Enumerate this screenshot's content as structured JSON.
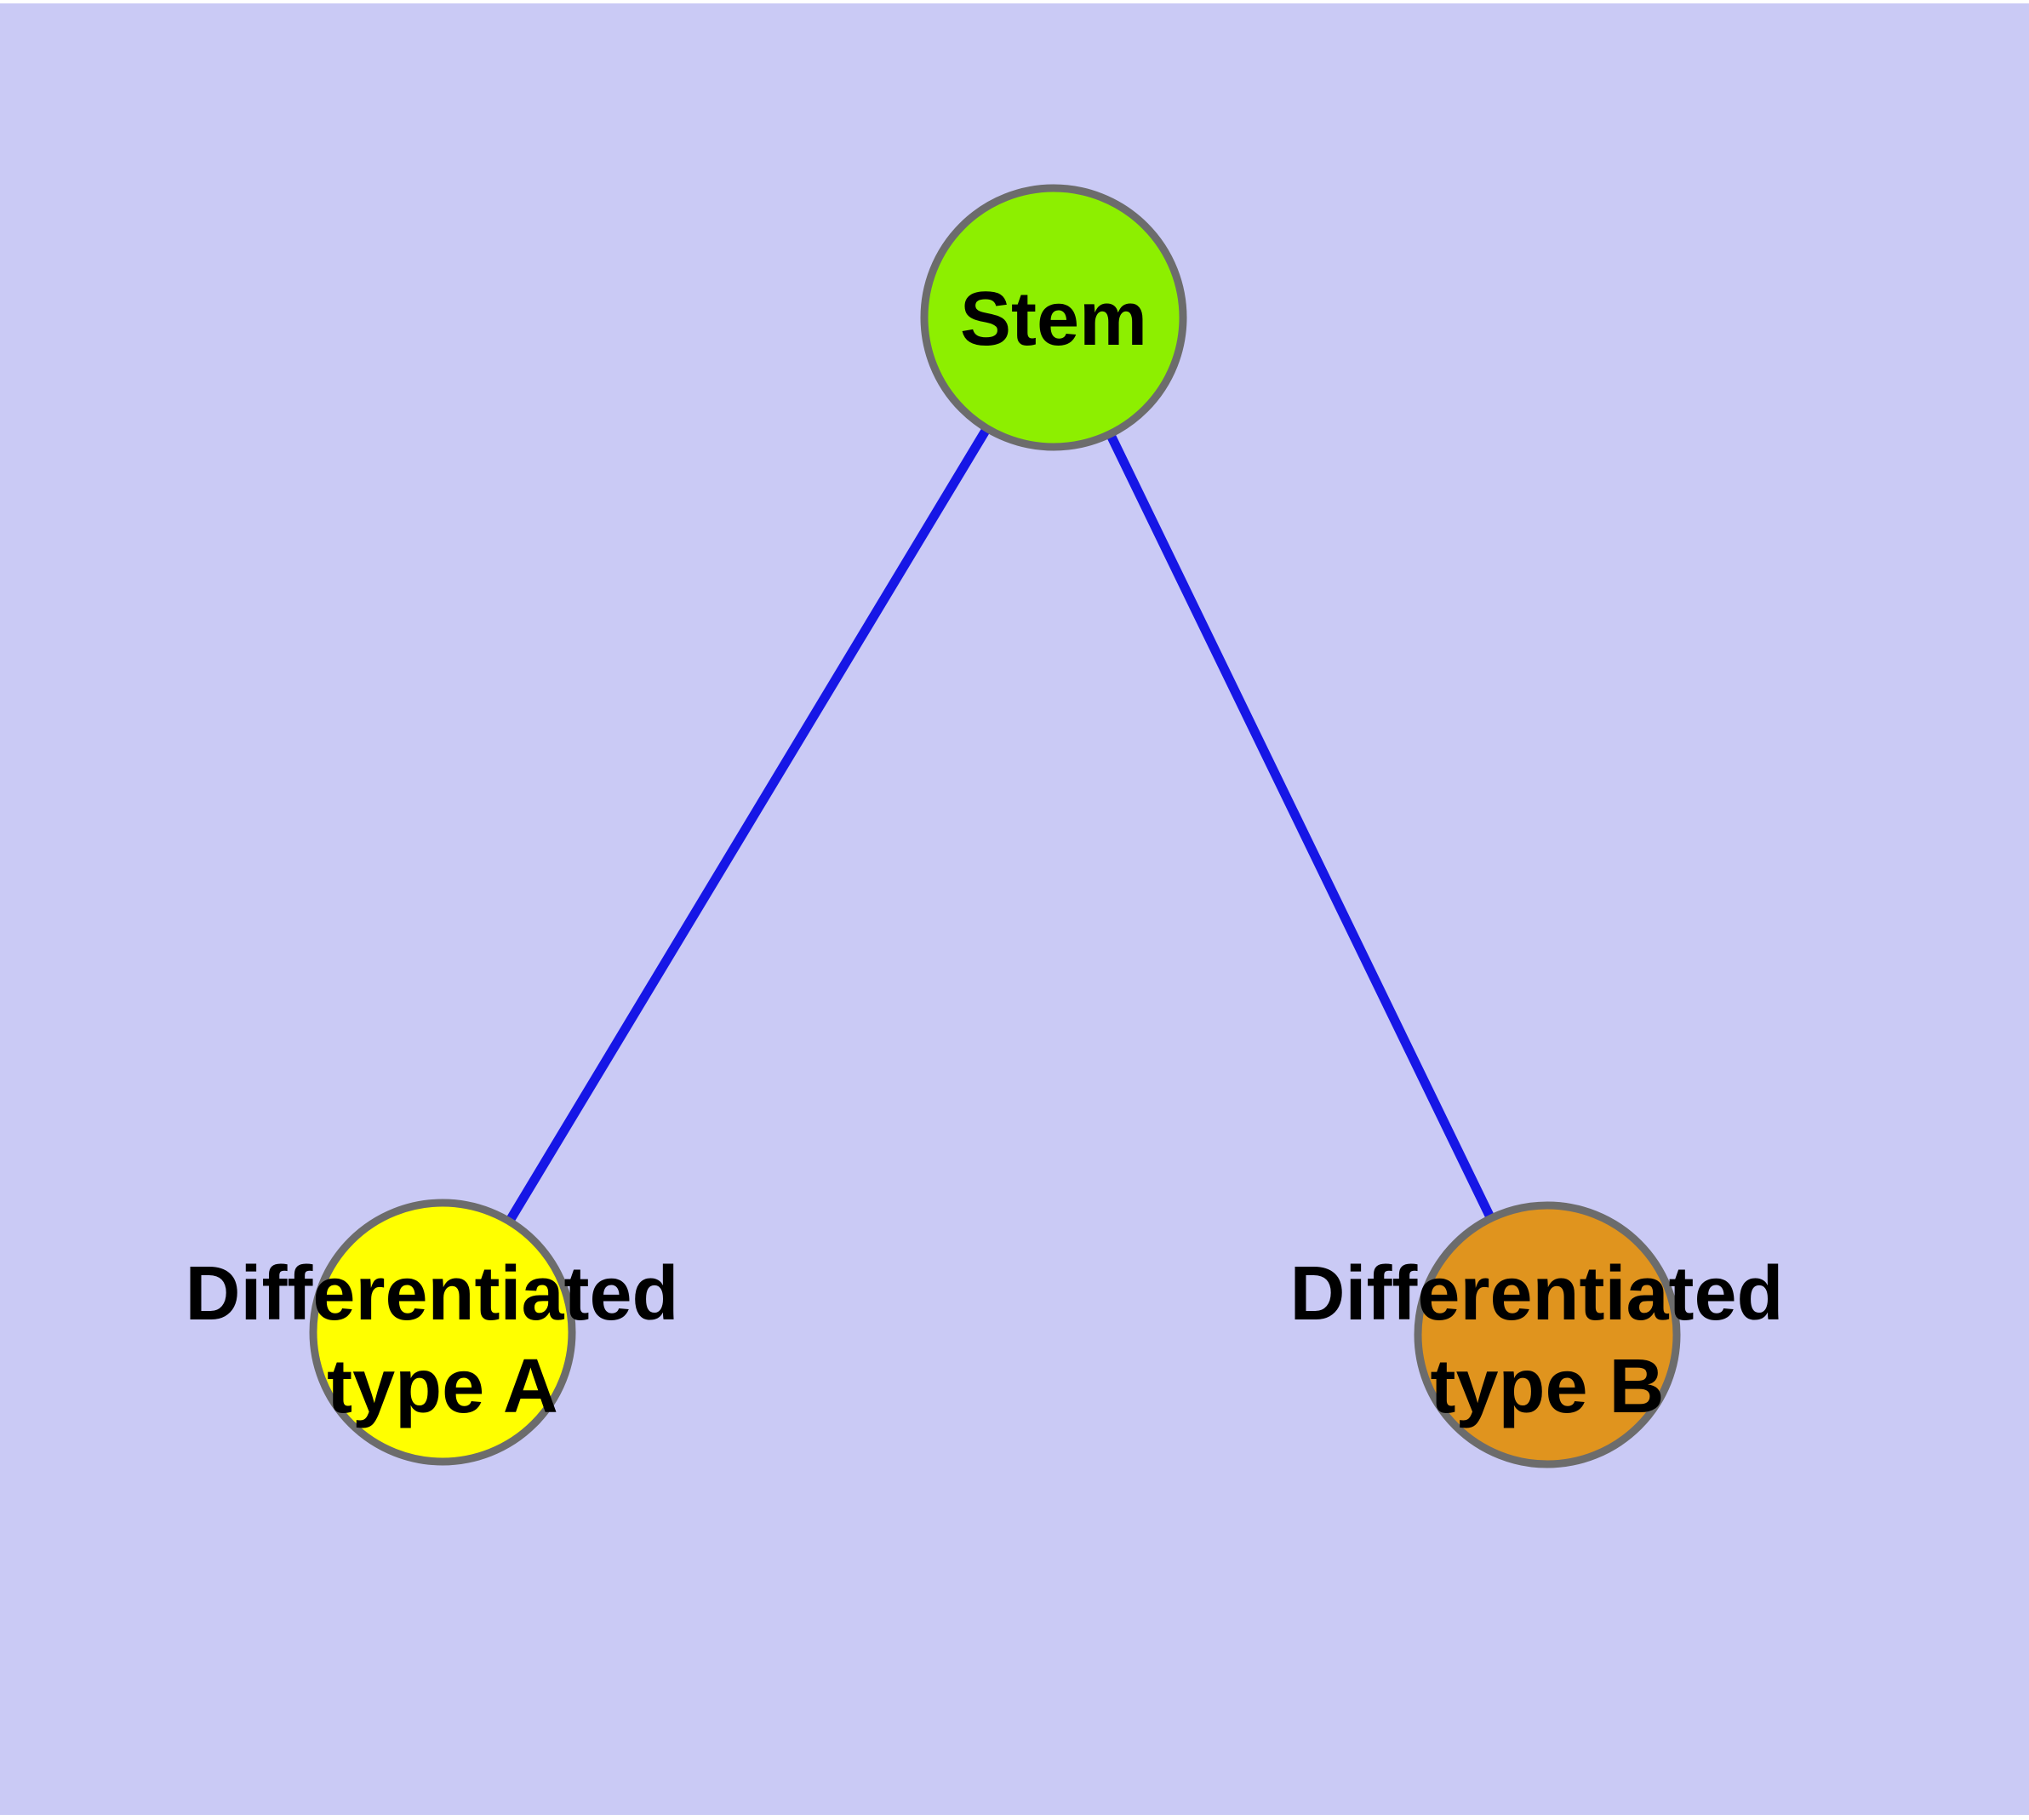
{
  "diagram": {
    "type": "node-link-graph",
    "background_color": "#CACAF5",
    "page_margin_color": "#FFFFFF",
    "edge_color": "#1616E6",
    "node_border_color": "#6C6C6C",
    "label_color": "#000000",
    "nodes": [
      {
        "id": "stem",
        "label": "Stem",
        "label_lines": [
          "Stem"
        ],
        "fill": "#8DEF00"
      },
      {
        "id": "differentiated-type-a",
        "label": "Differentiated type A",
        "label_lines": [
          "Differentiated",
          "type A"
        ],
        "fill": "#FFFF00"
      },
      {
        "id": "differentiated-type-b",
        "label": "Differentiated type B",
        "label_lines": [
          "Differentiated",
          "type B"
        ],
        "fill": "#E0941E"
      }
    ],
    "edges": [
      {
        "from": "stem",
        "to": "differentiated-type-a"
      },
      {
        "from": "stem",
        "to": "differentiated-type-b"
      }
    ]
  }
}
